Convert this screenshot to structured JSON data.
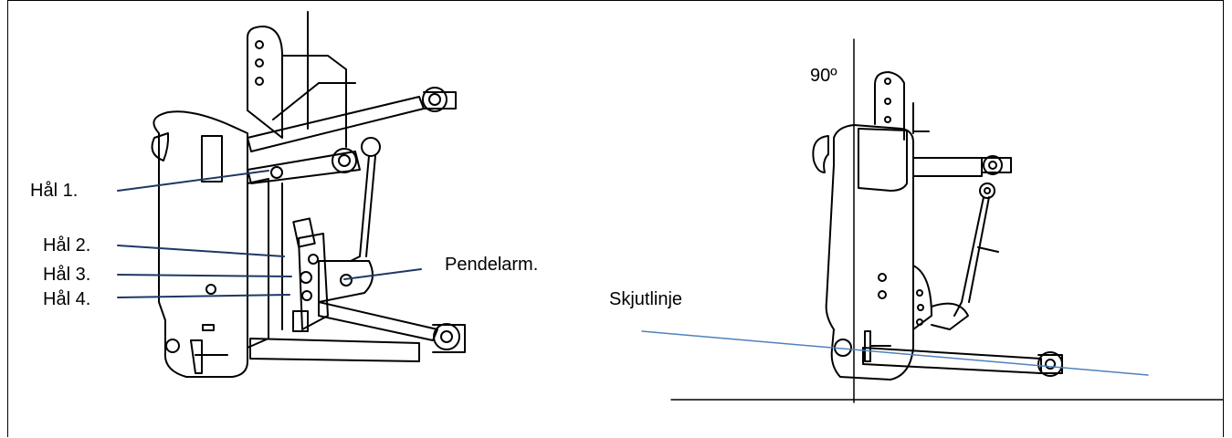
{
  "left_figure": {
    "labels": {
      "hole1": "Hål 1.",
      "hole2": "Hål 2.",
      "hole3": "Hål 3.",
      "hole4": "Hål 4.",
      "pendulum": "Pendelarm."
    },
    "leader_color": "#1f3864"
  },
  "right_figure": {
    "labels": {
      "angle": "90º",
      "firing_line": "Skjutlinje"
    },
    "firing_line_color": "#4f81bd"
  }
}
